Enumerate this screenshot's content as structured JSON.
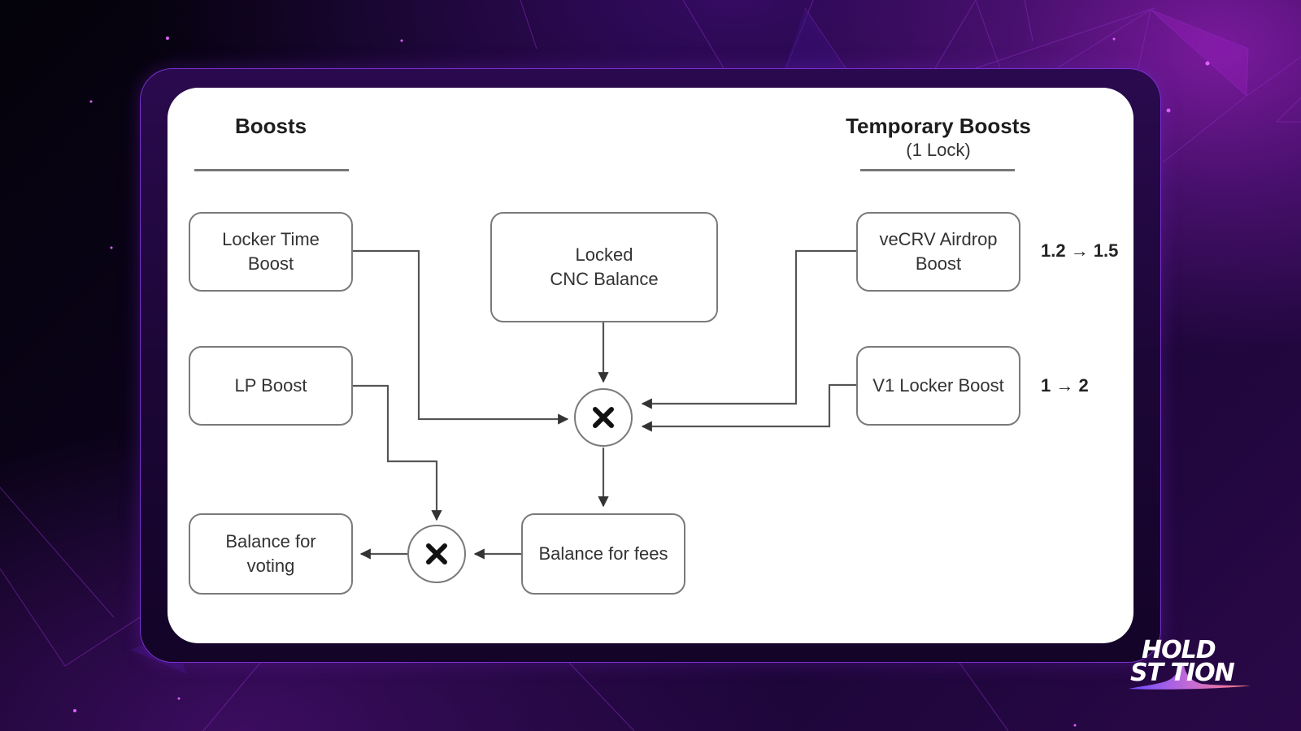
{
  "headings": {
    "boosts": "Boosts",
    "temporary_boosts": "Temporary Boosts",
    "temporary_boosts_sub": "(1 Lock)"
  },
  "nodes": {
    "locker_time_boost": "Locker Time\nBoost",
    "lp_boost": "LP Boost",
    "balance_for_voting": "Balance for\nvoting",
    "locked_cnc_balance": "Locked\nCNC Balance",
    "balance_for_fees": "Balance for fees",
    "vecrv_airdrop_boost": "veCRV Airdrop\nBoost",
    "v1_locker_boost": "V1 Locker Boost"
  },
  "ratios": {
    "vecrv_airdrop": "1.2 → 1.5",
    "v1_locker": "1 → 2"
  },
  "operators": {
    "multiply_main": "multiply",
    "multiply_voting": "multiply"
  },
  "edges": [
    {
      "from": "locker_time_boost",
      "to": "multiply_main"
    },
    {
      "from": "locked_cnc_balance",
      "to": "multiply_main"
    },
    {
      "from": "vecrv_airdrop_boost",
      "to": "multiply_main"
    },
    {
      "from": "v1_locker_boost",
      "to": "multiply_main"
    },
    {
      "from": "multiply_main",
      "to": "balance_for_fees"
    },
    {
      "from": "balance_for_fees",
      "to": "multiply_voting"
    },
    {
      "from": "lp_boost",
      "to": "multiply_voting"
    },
    {
      "from": "multiply_voting",
      "to": "balance_for_voting"
    }
  ],
  "brand": {
    "logo_line1": "HOLD",
    "logo_line2": "ST  TION",
    "frame_color": "#7b2fd0",
    "accent_gradient": [
      "#6a4cff",
      "#c36bd6",
      "#ff7a7a"
    ]
  }
}
